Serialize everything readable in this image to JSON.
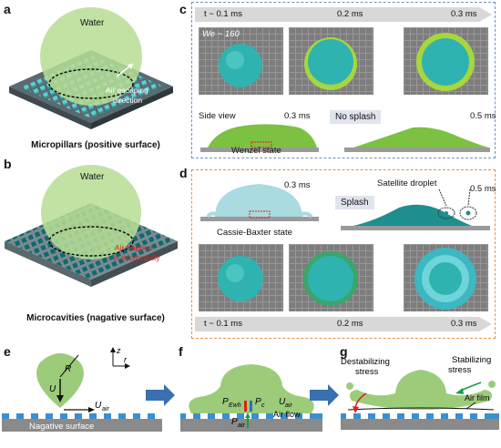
{
  "panels": {
    "a": {
      "letter": "a",
      "water_label": "Water",
      "annotation": "Air escaping direction",
      "annotation_line1": "Air escaping",
      "annotation_line2": "direction",
      "caption": "Micropillars (positive surface)"
    },
    "b": {
      "letter": "b",
      "water_label": "Water",
      "annotation_line1": "Air trapped",
      "annotation_line2": "in microcavity",
      "caption": "Microcavities (nagative surface)"
    },
    "c": {
      "letter": "c",
      "times": [
        "t ~ 0.1 ms",
        "0.2 ms",
        "0.3 ms"
      ],
      "weber": "We ~ 160",
      "side_view_label": "Side view",
      "side_time_1": "0.3 ms",
      "side_time_2": "0.5 ms",
      "no_splash_label": "No splash",
      "state_label": "Wenzel state"
    },
    "d": {
      "letter": "d",
      "side_time_1": "0.3 ms",
      "side_time_2": "0.5 ms",
      "splash_label": "Splash",
      "satellite_label": "Satellite droplet",
      "state_label": "Cassie-Baxter state",
      "times": [
        "t ~ 0.1 ms",
        "0.2 ms",
        "0.3 ms"
      ]
    },
    "e": {
      "letter": "e",
      "R": "R",
      "U": "U",
      "U_air": "U",
      "U_air_sub": "air",
      "axis_z": "z",
      "axis_r": "r",
      "surface_label": "Nagative surface"
    },
    "f": {
      "letter": "f",
      "P_Ewh": "P",
      "P_Ewh_sub": "Ewh",
      "P_c": "P",
      "P_c_sub": "c",
      "P_air": "P",
      "P_air_sub": "air",
      "U_air": "U",
      "U_air_sub": "air",
      "air_flow": "Air flow"
    },
    "g": {
      "letter": "g",
      "destab_line1": "Destabilizing",
      "destab_line2": "stress",
      "stab_line1": "Stabilizing",
      "stab_line2": "stress",
      "air_film": "Air film"
    }
  },
  "colors": {
    "water_green": "#9ccc7a",
    "pillar_cyan": "#4fc3c7",
    "cyan_drop": "#2fb3b0",
    "blue_dash": "#6e8fd0",
    "orange_dash": "#e8904a",
    "red": "#e02020",
    "arrow_blue": "#3a6fb0"
  }
}
